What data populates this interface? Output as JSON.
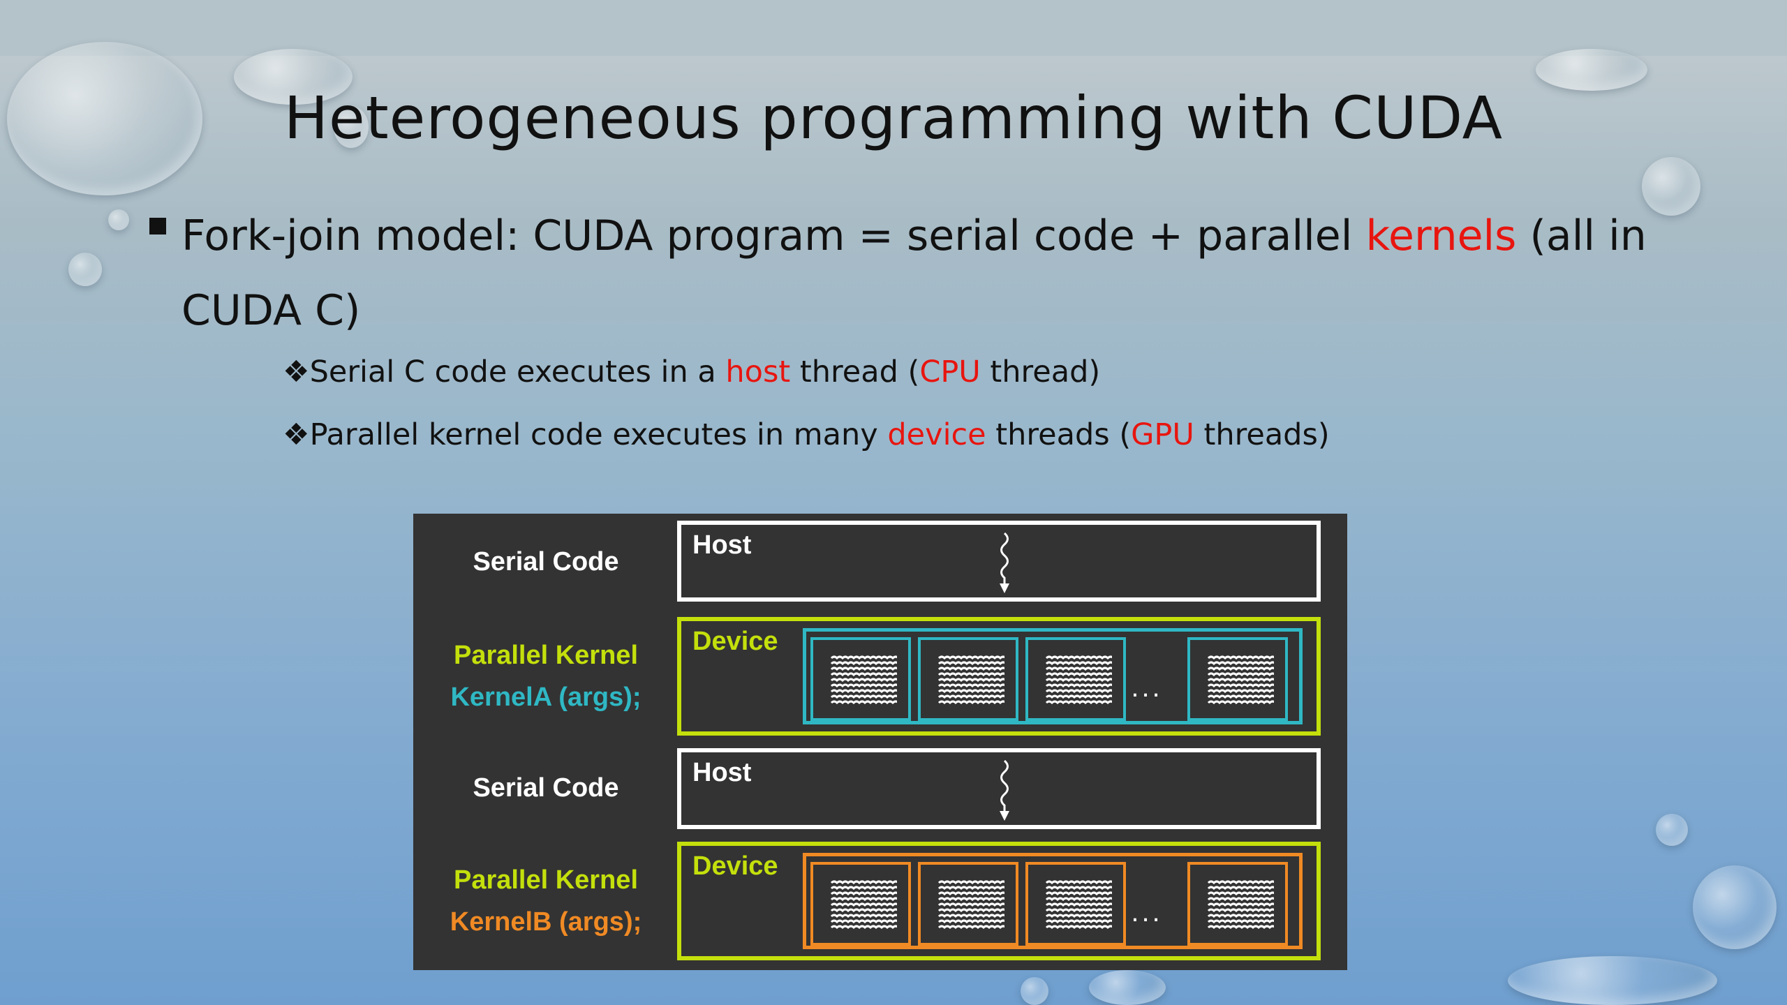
{
  "slide": {
    "title": "Heterogeneous programming with CUDA",
    "bullet": {
      "prefix": "Fork-join model: CUDA program = serial code + parallel ",
      "highlight": "kernels",
      "suffix": " (all in CUDA C)"
    },
    "subbullets": [
      {
        "marker": "❖",
        "t1": "Serial C code executes in a ",
        "h1": "host",
        "t2": " thread (",
        "h2": "CPU",
        "t3": " thread)"
      },
      {
        "marker": "❖",
        "t1": "Parallel kernel code executes in many ",
        "h1": "device",
        "t2": " threads (",
        "h2": "GPU",
        "t3": " threads)"
      }
    ]
  },
  "diagram": {
    "rows": [
      {
        "type": "serial",
        "label": "Serial Code",
        "box_title": "Host"
      },
      {
        "type": "parallel",
        "label1": "Parallel Kernel",
        "label2": "KernelA (args);",
        "box_title": "Device",
        "ellipsis": "...",
        "grid_color": "#2fb8c4"
      },
      {
        "type": "serial",
        "label": "Serial Code",
        "box_title": "Host"
      },
      {
        "type": "parallel",
        "label1": "Parallel Kernel",
        "label2": "KernelB (args);",
        "box_title": "Device",
        "ellipsis": "...",
        "grid_color": "#f08a24"
      }
    ]
  },
  "colors": {
    "highlight": "#e8150f",
    "device_green": "#c4e00c",
    "kernelA": "#2fb8c4",
    "kernelB": "#f08a24",
    "panel": "#333333"
  }
}
